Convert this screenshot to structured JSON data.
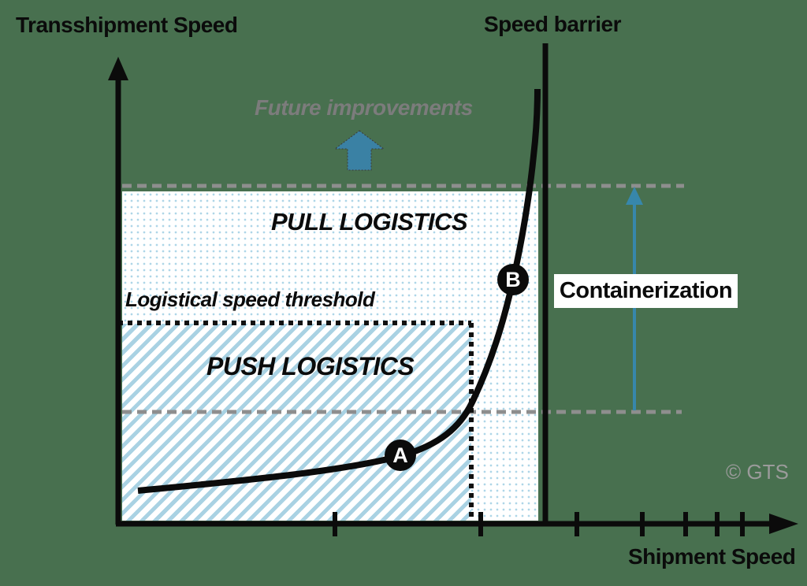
{
  "labels": {
    "y_axis": "Transshipment Speed",
    "x_axis": "Shipment Speed",
    "speed_barrier": "Speed barrier",
    "future_improvements": "Future improvements",
    "logistical_speed_threshold": "Logistical speed threshold",
    "containerization": "Containerization",
    "watermark": "© GTS"
  },
  "regions": {
    "pull": {
      "label": "PULL LOGISTICS",
      "pattern": "light-blue-dots-on-white"
    },
    "push": {
      "label": "PUSH LOGISTICS",
      "pattern": "light-blue-diagonal-hatch-on-white"
    }
  },
  "points": {
    "a": {
      "label": "A",
      "position": "on slow flat segment of curve inside push-logistics region"
    },
    "b": {
      "label": "B",
      "position": "on steep segment of curve approaching speed barrier"
    }
  },
  "colors": {
    "background": "#48704F",
    "ink": "#0b0b0b",
    "dash_gray": "#8e8e8e",
    "teal_arrow": "#3787ab",
    "block_arrow": "#3a81a4",
    "hatch_blue": "#a9d2e3",
    "dot_blue": "#aed6e8",
    "label_box_bg": "#ffffff",
    "future_gray": "#7c7c7c",
    "watermark_gray": "#9b9b9b"
  },
  "chart_data": {
    "type": "line",
    "title": "",
    "xlabel": "Shipment Speed",
    "ylabel": "Transshipment Speed",
    "x_axis_tick_count": 7,
    "series": [
      {
        "name": "transshipment-vs-shipment-speed-curve",
        "shape": "exponential rise toward vertical asymptote at the speed barrier",
        "marked_points": [
          "A",
          "B"
        ]
      }
    ],
    "annotations": [
      "Speed barrier (vertical asymptote line)",
      "Logistical speed threshold (dotted boundary of push logistics region)",
      "Containerization (teal vertical arrow spanning between the two gray dashed levels)",
      "Future improvements (teal block arrow pointing up above pull logistics region)"
    ],
    "grid": false,
    "legend": false
  }
}
